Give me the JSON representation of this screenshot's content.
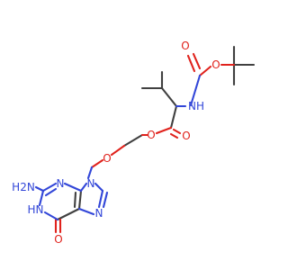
{
  "colors": {
    "carbon": "#404040",
    "oxygen": "#e0221c",
    "nitrogen": "#3246d8",
    "background": "#ffffff"
  },
  "atoms": {
    "carbonyl_o_boc": "O",
    "ether_o_boc": "O",
    "amide_nh": "NH",
    "ester_o": "O",
    "carbonyl_o_ester": "O",
    "ether_o_chain": "O",
    "amine_h2n": "H2N",
    "ring_n3": "N",
    "ring_n9": "N",
    "ring_n1h": "N",
    "ring_n1h_h": "H",
    "ring_n7": "N",
    "keto_o": "O"
  }
}
